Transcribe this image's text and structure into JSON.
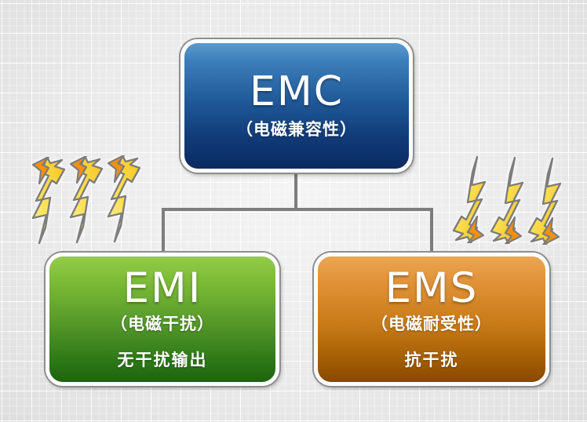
{
  "diagram": {
    "title_text": "EMC",
    "background_color": "#ededed",
    "connector_color": "#7d7d7d"
  },
  "nodes": {
    "emc": {
      "title": "EMC",
      "subtitle": "（电磁兼容性）",
      "caption": "",
      "color_top": "#5a9bd0",
      "color_bottom": "#0b2a60"
    },
    "emi": {
      "title": "EMI",
      "subtitle": "（电磁干扰）",
      "caption": "无干扰输出",
      "color_top": "#93cc4a",
      "color_bottom": "#1d6310"
    },
    "ems": {
      "title": "EMS",
      "subtitle": "（电磁耐受性）",
      "caption": "抗干扰",
      "color_top": "#eda551",
      "color_bottom": "#874800"
    }
  },
  "bolts": {
    "left": {
      "icon": "lightning-bolt-up-icon",
      "count": 3,
      "direction": "up",
      "body_color": "#fbe45c",
      "arrowhead_color": "#f79010",
      "outline_color": "#7a7a7a"
    },
    "right": {
      "icon": "lightning-bolt-down-icon",
      "count": 3,
      "direction": "down",
      "body_color": "#fbe45c",
      "arrowhead_color": "#f79010",
      "outline_color": "#7a7a7a"
    }
  }
}
